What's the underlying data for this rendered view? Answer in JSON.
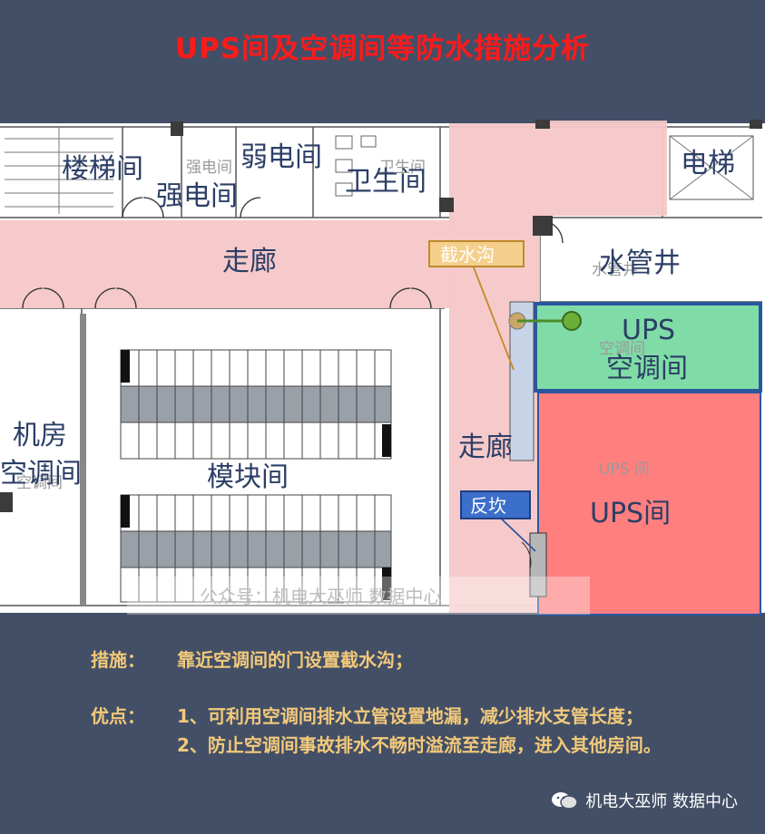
{
  "title": "UPS间及空调间等防水措施分析",
  "plan": {
    "rooms": {
      "stair": "楼梯间",
      "strong_elec": "强电间",
      "weak_elec": "弱电间",
      "toilet": "卫生间",
      "elevator": "电梯",
      "corridor_top": "走廊",
      "water_shaft": "水管井",
      "ups_ac_line1": "UPS",
      "ups_ac_line2": "空调间",
      "machine_ac": "机房\n空调间",
      "module": "模块间",
      "corridor_right": "走廊",
      "ups_room": "UPS间"
    },
    "ghost_labels": {
      "ups_room_cad": "UPS 间",
      "ac_room_cad": "空调间",
      "toilet_cad": "卫生间",
      "strong_cad": "强电间",
      "water_cad": "水管井",
      "machine_ac_cad": "空调间"
    },
    "callouts": {
      "trench": "截水沟",
      "curb": "反坎"
    },
    "watermark": "公众号：机电大巫师 数据中心",
    "colors": {
      "corridor_fill": "#f6c7c7",
      "ups_fill": "#ff7f7f",
      "ac_fill": "#7fdca6",
      "ac_border": "#2a56a0",
      "trench_box": "#f4d08c",
      "curb_box": "#3c6fc9"
    }
  },
  "notes": {
    "measure_key": "措施：",
    "measure_val": "靠近空调间的门设置截水沟；",
    "advantage_key": "优点：",
    "advantage_1": "1、可利用空调间排水立管设置地漏，减少排水支管长度；",
    "advantage_2": "2、防止空调间事故排水不畅时溢流至走廊，进入其他房间。"
  },
  "footer": {
    "icon": "wechat-icon",
    "text": "机电大巫师 数据中心"
  }
}
